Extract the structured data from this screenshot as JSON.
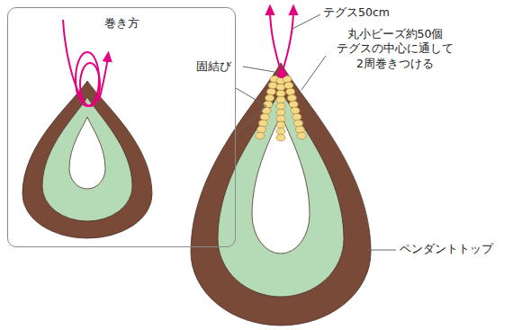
{
  "diagram": {
    "nodes": [
      {
        "text": [
          "巻き方"
        ]
      }
    ],
    "labels": [
      "テグス50cm",
      "固結び",
      "丸小ビーズ約50個 テグスの中心に通して 2周巻きつける",
      "ペンダントトップ"
    ]
  }
}
